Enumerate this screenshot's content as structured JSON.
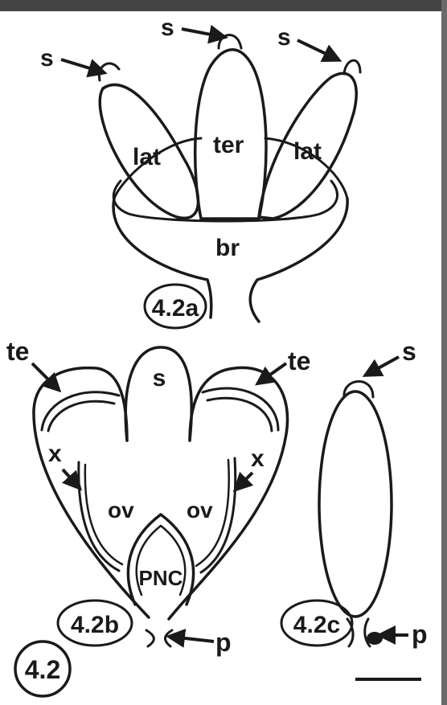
{
  "colors": {
    "ink": "#1a1a1a",
    "paper": "#ffffff",
    "frame": "#444444"
  },
  "panel_a": {
    "label": "4.2a",
    "bract_label": "br",
    "terminal_label": "ter",
    "lateral_left_label": "lat",
    "lateral_right_label": "lat",
    "sporangium_left_label": "s",
    "sporangium_mid_label": "s",
    "sporangium_right_label": "s"
  },
  "panel_b": {
    "label": "4.2b",
    "tepal_left_label": "te",
    "tepal_right_label": "te",
    "center_label": "s",
    "x_left_label": "x",
    "x_right_label": "x",
    "ovule_left_label": "ov",
    "ovule_right_label": "ov",
    "pnc_label": "PNC",
    "pedicel_label": "p"
  },
  "panel_c": {
    "label": "4.2c",
    "sporangium_label": "s",
    "pedicel_label": "p"
  },
  "figure_label": "4.2",
  "scale_bar": {
    "visible": true
  }
}
